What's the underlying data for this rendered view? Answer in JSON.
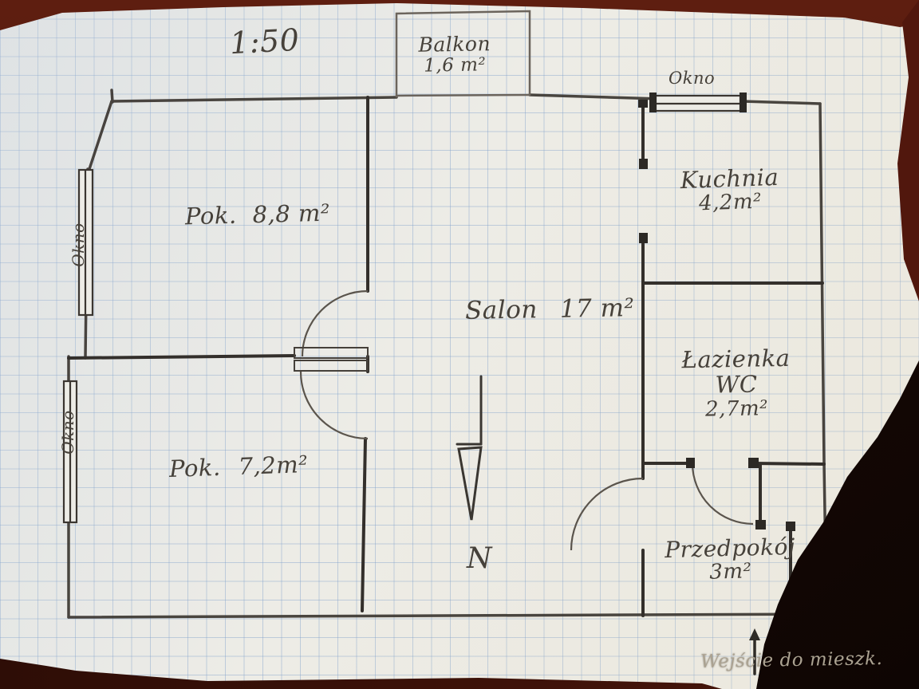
{
  "palette": {
    "paper": "#edece6",
    "grid_line": "#789cca",
    "pencil_dark": "#35312d",
    "pencil_light": "#6b645c",
    "desk_wood": "#4b170d",
    "corner_shadow": "#1a0a05"
  },
  "scale_label": "1:50",
  "north_label": "N",
  "rooms": {
    "balkon": {
      "name": "Balkon",
      "area": "1,6 m²"
    },
    "kuchnia": {
      "name": "Kuchnia",
      "area": "4,2m²"
    },
    "pok_gorny": {
      "name": "Pok.",
      "area": "8,8 m²"
    },
    "salon": {
      "name": "Salon",
      "area": "17 m²"
    },
    "lazienka": {
      "line1": "Łazienka",
      "line2": "WC",
      "area": "2,7m²"
    },
    "pok_dolny": {
      "name": "Pok.",
      "area": "7,2m²"
    },
    "przedpokoj": {
      "name": "Przedpokój",
      "area": "3m²"
    }
  },
  "windows": {
    "top": "Okno",
    "left_upper": "Okno",
    "left_lower": "Okno"
  },
  "entrance_label": "Wejście do mieszk."
}
